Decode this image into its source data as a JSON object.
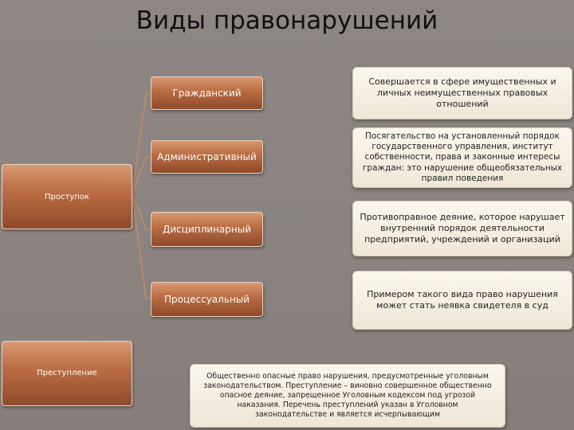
{
  "title": "Виды правонарушений",
  "root_nodes": {
    "offense": "Проступок",
    "crime": "Преступление"
  },
  "offense_types": [
    {
      "label": "Гражданский",
      "description": "Совершается в сфере имущественных и личных неимущественных правовых отношений"
    },
    {
      "label": "Административный",
      "description": "Посягательство на установленный порядок государственного управления, институт собственности, права и законные интересы граждан: это нарушение общеобязательных правил поведения"
    },
    {
      "label": "Дисциплинарный",
      "description": "Противоправное деяние, которое нарушает внутренний порядок деятельности предприятий, учреждений и организаций"
    },
    {
      "label": "Процессуальный",
      "description": "Примером такого вида право нарушения может стать неявка свидетеля в суд"
    }
  ],
  "crime_description": "Общественно опасные право нарушения, предусмотренные уголовным законодательством. Преступление – виновно совершенное общественно опасное деяние, запрещенное Уголовным кодексом под угрозой наказания. Перечень преступлений указан в Уголовном законодательстве и является исчерпывающим",
  "colors": {
    "background": "#8a837f",
    "node_fill": "#bd6f45",
    "connector": "#c98a5e",
    "description_fill": "#f5efe3"
  }
}
